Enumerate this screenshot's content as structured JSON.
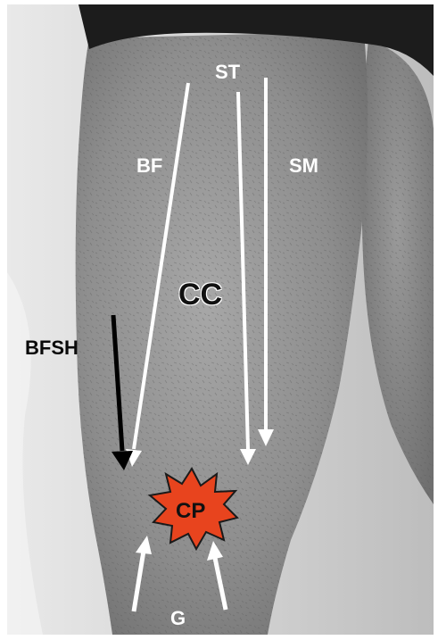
{
  "labels": {
    "st": "ST",
    "sm": "SM",
    "bf": "BF",
    "cc": "CC",
    "bfsh": "BFSH",
    "cp": "CP",
    "g": "G"
  },
  "colors": {
    "white_arrow": "#ffffff",
    "black_arrow": "#000000",
    "starburst_fill": "#e8441e",
    "starburst_stroke": "#1a1a1a",
    "background": "#ffffff",
    "shorts": "#1c1c1c"
  }
}
